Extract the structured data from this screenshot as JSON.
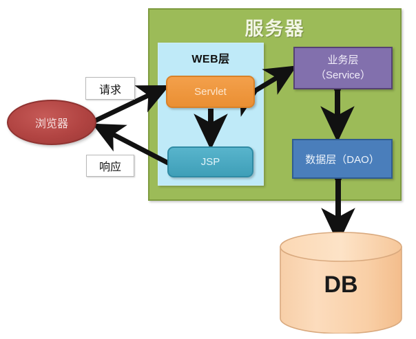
{
  "diagram": {
    "title": "服务器",
    "server": {
      "label": "服务器",
      "color": "#9cbb58"
    },
    "web_layer": {
      "label": "WEB层",
      "color": "#bfeaf8"
    },
    "nodes": {
      "browser": {
        "label": "浏览器",
        "color": "#b14442"
      },
      "servlet": {
        "label": "Servlet",
        "color": "#ea8f33"
      },
      "jsp": {
        "label": "JSP",
        "color": "#3f9fb8"
      },
      "service_line1": "业务层",
      "service_line2": "（Service）",
      "service_color": "#8270ad",
      "dao": {
        "label": "数据层（DAO）",
        "color": "#4a7ebb"
      },
      "db": {
        "label": "DB",
        "color": "#fbd0a4"
      }
    },
    "edge_labels": {
      "request": "请求",
      "response": "响应"
    }
  }
}
